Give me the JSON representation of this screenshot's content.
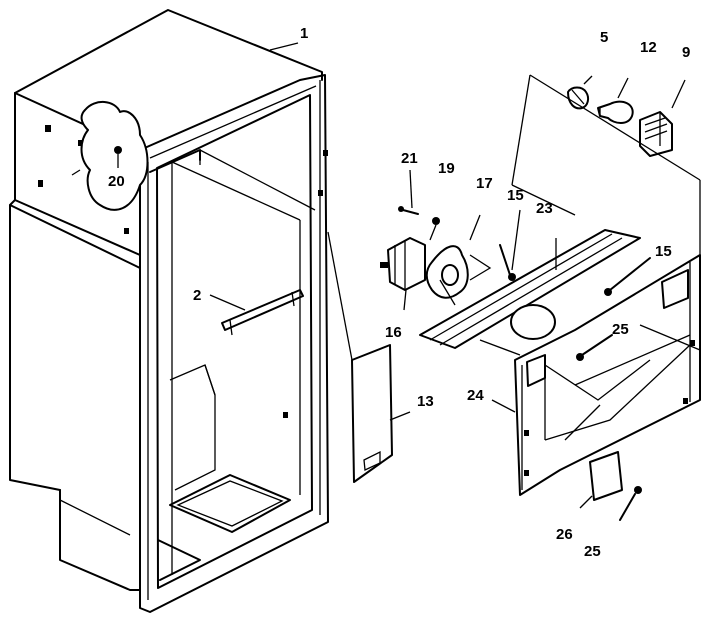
{
  "diagram": {
    "labels": {
      "l1": "1",
      "l2": "2",
      "l5": "5",
      "l9": "9",
      "l12": "12",
      "l13": "13",
      "l15a": "15",
      "l15b": "15",
      "l16": "16",
      "l17": "17",
      "l19": "19",
      "l20": "20",
      "l21": "21",
      "l23": "23",
      "l24": "24",
      "l25a": "25",
      "l25b": "25",
      "l26": "26"
    }
  }
}
